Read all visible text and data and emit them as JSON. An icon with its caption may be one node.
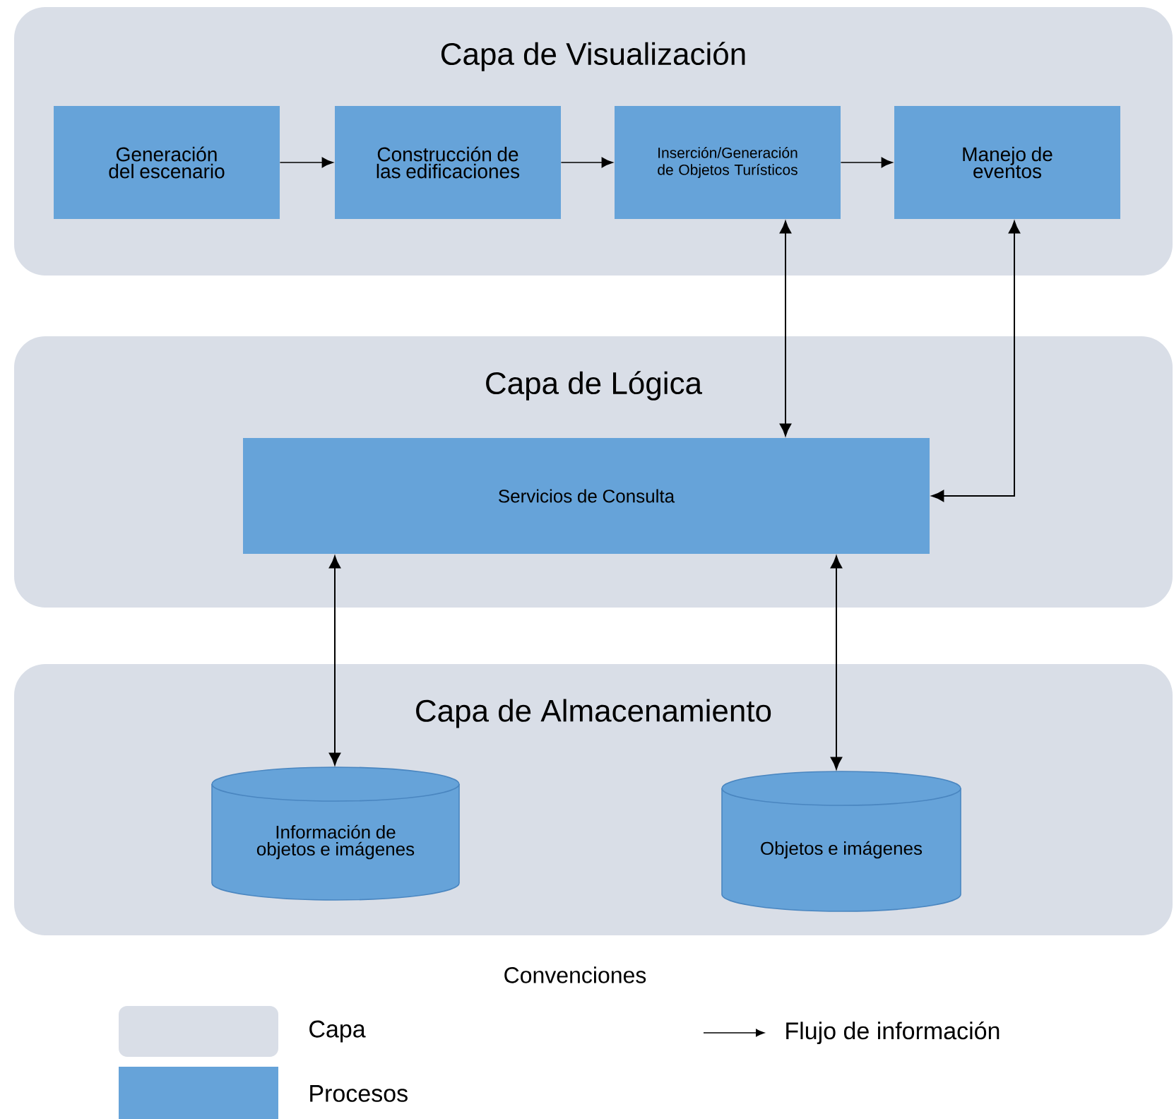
{
  "diagram": {
    "nodes": [
      {
        "text": [
          "Capa de Visualización"
        ]
      },
      {
        "text": [
          "Generación del escenario"
        ],
        "in": 0
      },
      {
        "text": [
          "Construcción de las edificaciones"
        ],
        "in": 0
      },
      {
        "text": [
          "Inserción/Generación de Objetos Turísticos"
        ],
        "in": 0
      },
      {
        "text": [
          "Manejo de eventos"
        ],
        "in": 0
      },
      {
        "text": [
          "Capa de Lógica"
        ]
      },
      {
        "text": [
          "Servicios de Consulta"
        ],
        "in": 5
      },
      {
        "text": [
          "Capa de Almacenamiento"
        ]
      },
      {
        "text": [
          "Información de objetos e imágenes"
        ],
        "in": 7
      },
      {
        "text": [
          "Objetos e imágenes"
        ],
        "in": 7
      }
    ],
    "edges": [
      {
        "from": 1,
        "to": 2,
        "arrow": "to"
      },
      {
        "from": 2,
        "to": 3,
        "arrow": "to"
      },
      {
        "from": 3,
        "to": 4,
        "arrow": "to"
      },
      {
        "from": 3,
        "to": 6,
        "arrow": "both"
      },
      {
        "from": 4,
        "to": 6,
        "arrow": "both"
      },
      {
        "from": 6,
        "to": 8,
        "arrow": "both"
      },
      {
        "from": 6,
        "to": 9,
        "arrow": "both"
      }
    ],
    "labels": [
      "Convenciones"
    ],
    "legend": [
      {
        "text": "Capa",
        "color": "#d9dee7"
      },
      {
        "text": "Procesos",
        "color": "#66a3d9"
      },
      {
        "text": "Flujo de información"
      }
    ]
  }
}
